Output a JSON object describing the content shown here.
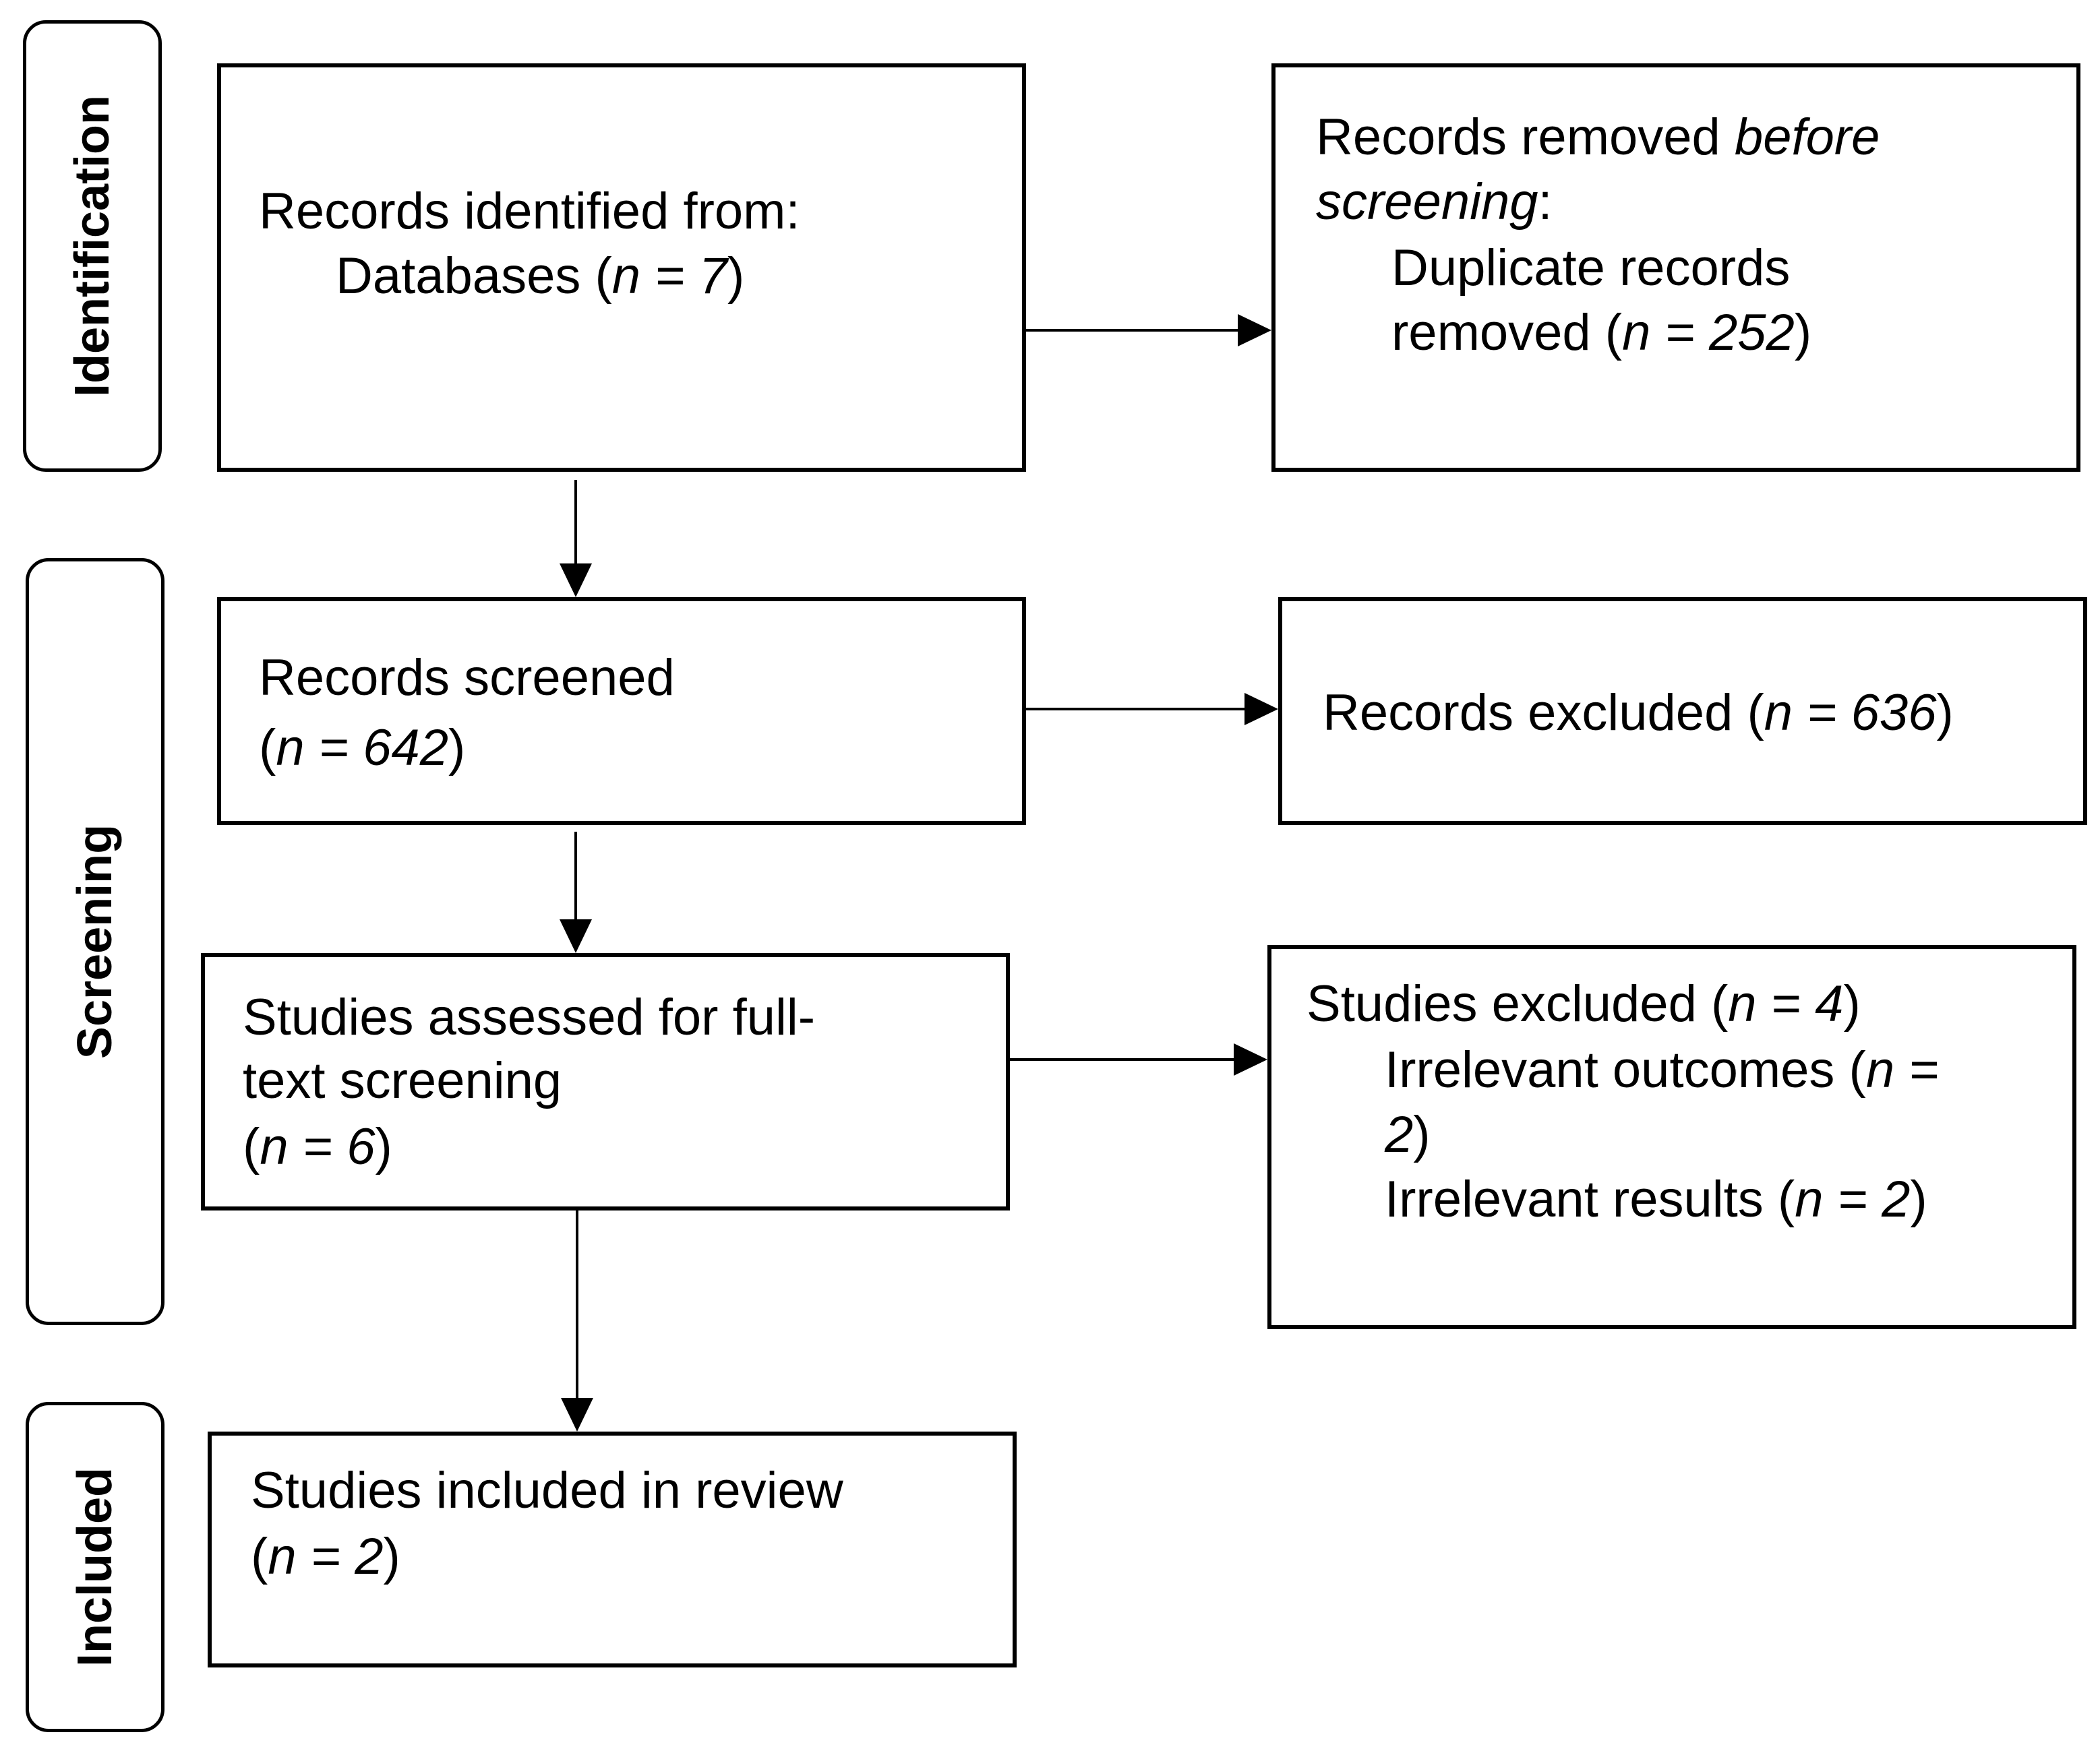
{
  "phases": {
    "identification": "Identification",
    "screening": "Screening",
    "included": "Included"
  },
  "boxes": {
    "identified": {
      "line1": "Records identified from:",
      "db_prefix": "Databases (",
      "n_label": "n",
      "n_value": " = 7",
      "close": ")"
    },
    "removed": {
      "line1_a": "Records removed ",
      "line1_b": "before",
      "line2_a": "screening",
      "line2_b": ":",
      "line3": "Duplicate records",
      "line4_prefix": "removed (",
      "n_label": "n",
      "n_value": " = 252",
      "close": ")"
    },
    "screened": {
      "line1": "Records screened",
      "open": "(",
      "n_label": "n",
      "n_value": " = 642",
      "close": ")"
    },
    "excluded": {
      "prefix": "Records excluded (",
      "n_label": "n",
      "n_value": " = 636",
      "close": ")"
    },
    "assessed": {
      "line1": "Studies assessed for full-",
      "line2": "text screening",
      "open": "(",
      "n_label": "n",
      "n_value": " = 6",
      "close": ")"
    },
    "studies_excluded": {
      "line1_prefix": "Studies excluded (",
      "n_label": "n",
      "n_value": " = 4",
      "close": ")",
      "reason1_prefix": "Irrelevant outcomes (",
      "reason1_n_label": "n",
      "reason1_eq": " =",
      "reason1_value": "2",
      "reason1_close": ")",
      "reason2_prefix": "Irrelevant results (",
      "reason2_n_label": "n",
      "reason2_value": " = 2",
      "reason2_close": ")"
    },
    "included": {
      "line1": "Studies included in review",
      "open": "(",
      "n_label": "n",
      "n_value": " = 2",
      "close": ")"
    }
  }
}
